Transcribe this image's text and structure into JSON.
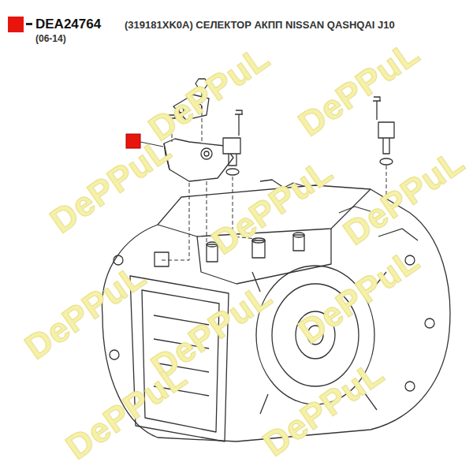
{
  "diagram": {
    "labels": [
      "(319181XK0A) СЕЛЕКТОР АКПП NISSAN QASHQAI J10",
      "(06-14)",
      "DePPuL",
      "DePPuL",
      "DePPuL",
      "DePPuL",
      "DePPuL",
      "DePPuL",
      "DePPuL",
      "DePPuL",
      "DePPuL",
      "DePPuL"
    ],
    "legend": [
      {
        "text": "DEA24764",
        "color": "#e8150f"
      }
    ]
  }
}
